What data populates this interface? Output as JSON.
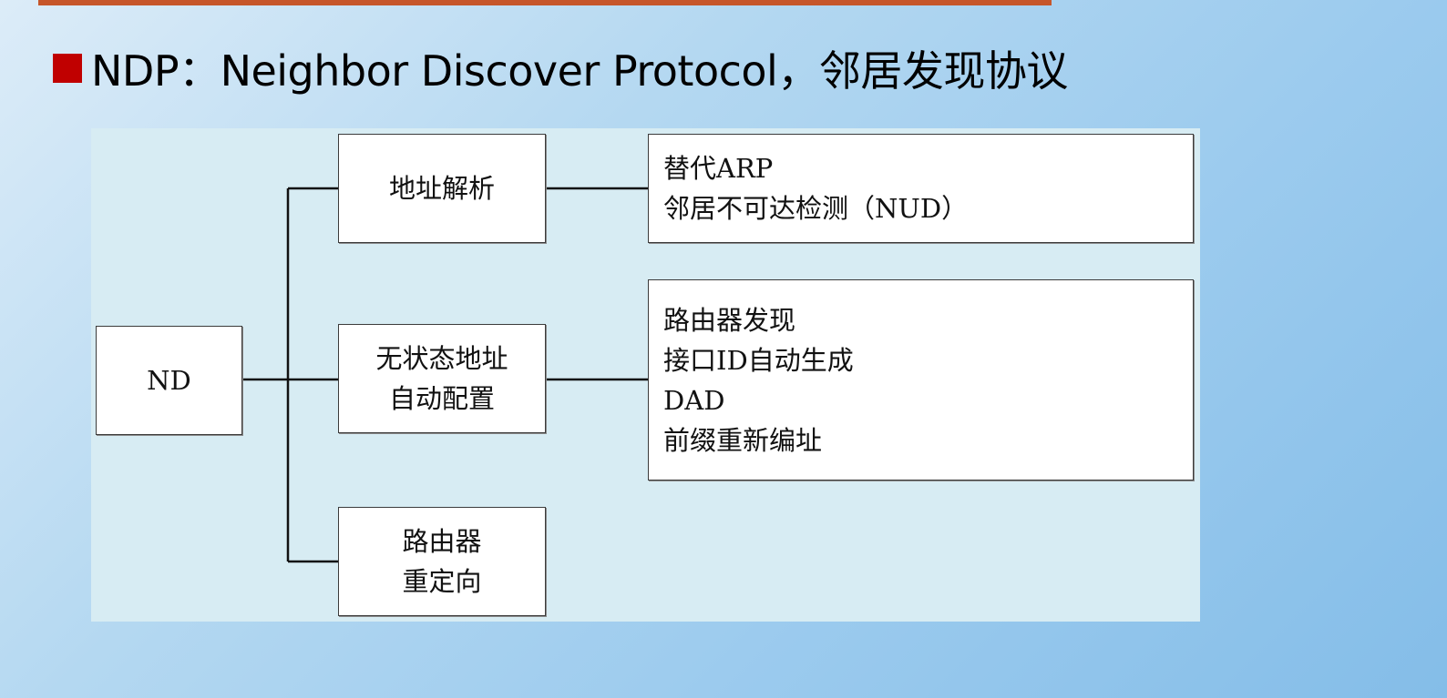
{
  "slide": {
    "title": "NDP：Neighbor Discover Protocol，邻居发现协议",
    "accent_color": "#c6562a",
    "bullet_color": "#c00000"
  },
  "diagram": {
    "root": "ND",
    "branches": [
      {
        "lines": [
          "地址解析"
        ],
        "details": [
          "替代ARP",
          "邻居不可达检测（NUD）"
        ]
      },
      {
        "lines": [
          "无状态地址",
          "自动配置"
        ],
        "details": [
          "路由器发现",
          "接口ID自动生成",
          "DAD",
          "前缀重新编址"
        ]
      },
      {
        "lines": [
          "路由器",
          "重定向"
        ],
        "details": []
      }
    ]
  }
}
